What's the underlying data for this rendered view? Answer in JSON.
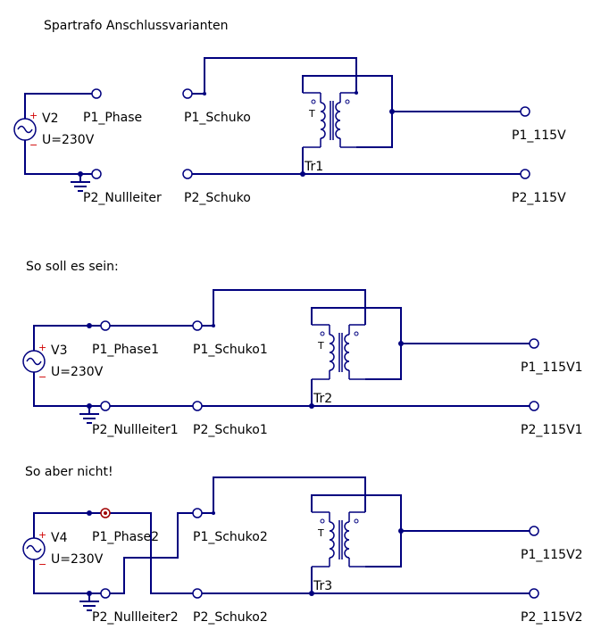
{
  "title": "Spartrafo Anschlussvarianten",
  "colors": {
    "wire": "#00007f",
    "text": "#000000",
    "sign": "#d00000",
    "port_fault": "#a00000"
  },
  "circuits": [
    {
      "id": "c1",
      "heading": "",
      "source": {
        "name": "V2",
        "value": "U=230V",
        "plus": "+",
        "minus": "−"
      },
      "transformer": {
        "name": "Tr1",
        "type": "T"
      },
      "ports": {
        "phase": "P1_Phase",
        "neutral": "P2_Nullleiter",
        "schuko1": "P1_Schuko",
        "schuko2": "P2_Schuko",
        "out1": "P1_115V",
        "out2": "P2_115V"
      }
    },
    {
      "id": "c2",
      "heading": "So soll es sein:",
      "source": {
        "name": "V3",
        "value": "U=230V",
        "plus": "+",
        "minus": "−"
      },
      "transformer": {
        "name": "Tr2",
        "type": "T"
      },
      "ports": {
        "phase": "P1_Phase1",
        "neutral": "P2_Nullleiter1",
        "schuko1": "P1_Schuko1",
        "schuko2": "P2_Schuko1",
        "out1": "P1_115V1",
        "out2": "P2_115V1"
      }
    },
    {
      "id": "c3",
      "heading": "So aber nicht!",
      "source": {
        "name": "V4",
        "value": "U=230V",
        "plus": "+",
        "minus": "−"
      },
      "transformer": {
        "name": "Tr3",
        "type": "T"
      },
      "ports": {
        "phase": "P1_Phase2",
        "neutral": "P2_Nullleiter2",
        "schuko1": "P1_Schuko2",
        "schuko2": "P2_Schuko2",
        "out1": "P1_115V2",
        "out2": "P2_115V2"
      }
    }
  ]
}
